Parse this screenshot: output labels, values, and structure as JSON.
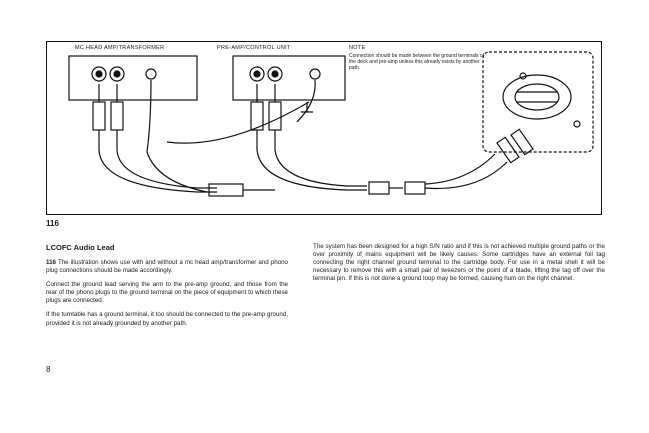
{
  "figure": {
    "label_mc": "MC HEAD AMP/TRANSFORMER",
    "label_pre": "PRE-AMP/CONTROL UNIT",
    "note_title": "NOTE",
    "note_text": "Connection should be made between the ground terminals of the deck and pre-amp unless this already exists by another path."
  },
  "figure_number": "116",
  "section_title": "LCOFC Audio Lead",
  "left_column": {
    "p1_num": "116",
    "p1_text": "The illustration shows use with and without a mc head amp/transformer and phono plug connections should be made accordingly.",
    "p2": "Connect the ground lead serving the arm to the pre-amp ground, and those from the rear of the phono plugs to the ground terminal on the piece of equipment to which these plugs are connected.",
    "p3": "If the turntable has a ground terminal, it too should be connected to the pre-amp ground, provided it is not already grounded by another path."
  },
  "right_column": {
    "p1": "The system has been designed for a high S/N ratio and if this is not achieved multiple ground paths or the over proximity of mains equipment will be likely causes. Some cartridges have an external foil tag connecting the right channel ground terminal to the cartridge body. For use in a metal shell it will be necessary to remove this with a small pair of tweezers or the point of a blade, lifting the tag off over the terminal pin. If this is not done a ground loop may be formed, causing hum on the right channel."
  },
  "page_number": "8"
}
